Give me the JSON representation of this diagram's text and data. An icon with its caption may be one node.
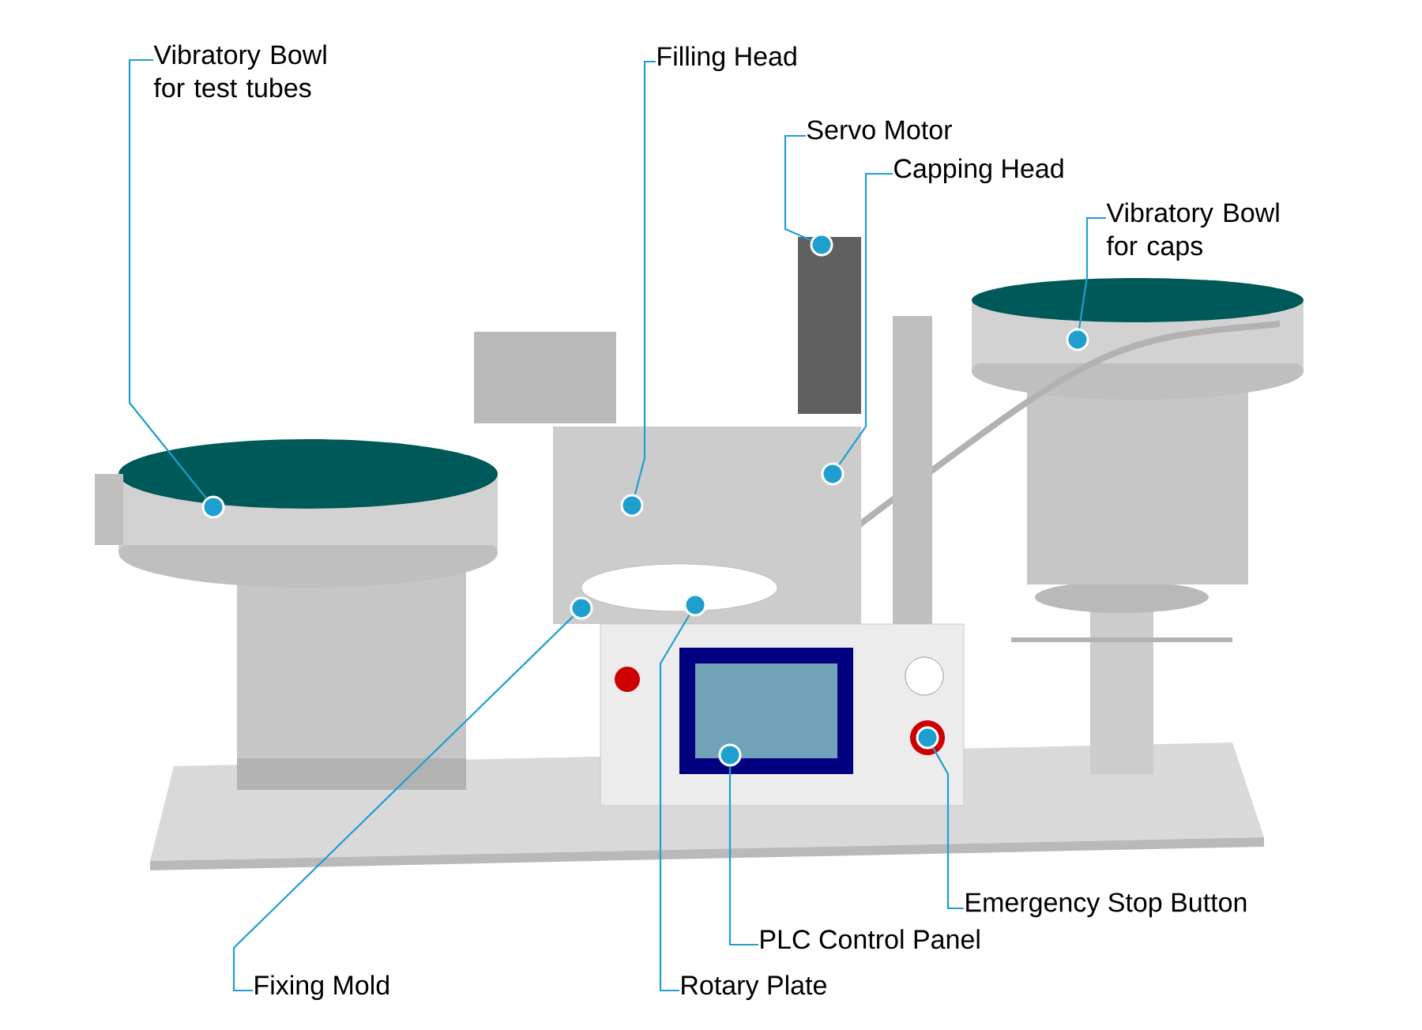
{
  "diagram": {
    "nodes": [
      {
        "text": [
          "Vibratory Bowl for test tubes"
        ]
      },
      {
        "text": [
          "Filling Head"
        ]
      },
      {
        "text": [
          "Servo Motor"
        ]
      },
      {
        "text": [
          "Capping Head"
        ]
      },
      {
        "text": [
          "Vibratory Bowl for caps"
        ]
      },
      {
        "text": [
          "Fixing Mold"
        ]
      },
      {
        "text": [
          "Rotary Plate"
        ]
      },
      {
        "text": [
          "PLC Control Panel"
        ]
      },
      {
        "text": [
          "Emergency Stop Button"
        ]
      },
      {
        "text": [],
        "shape": "circle"
      },
      {
        "text": [],
        "shape": "circle"
      },
      {
        "text": [],
        "shape": "circle"
      },
      {
        "text": [],
        "shape": "circle"
      },
      {
        "text": [],
        "shape": "circle"
      },
      {
        "text": [],
        "shape": "circle"
      },
      {
        "text": [],
        "shape": "circle"
      },
      {
        "text": [],
        "shape": "circle"
      },
      {
        "text": [],
        "shape": "circle"
      }
    ],
    "edges": [
      {
        "from": 0,
        "to": 9,
        "arrow": "none"
      },
      {
        "from": 1,
        "to": 10,
        "arrow": "none"
      },
      {
        "from": 2,
        "to": 11,
        "arrow": "none"
      },
      {
        "from": 3,
        "to": 12,
        "arrow": "none"
      },
      {
        "from": 4,
        "to": 13,
        "arrow": "none"
      },
      {
        "from": 5,
        "to": 14,
        "arrow": "none"
      },
      {
        "from": 6,
        "to": 15,
        "arrow": "none"
      },
      {
        "from": 7,
        "to": 16,
        "arrow": "none"
      },
      {
        "from": 8,
        "to": 17,
        "arrow": "none"
      }
    ]
  }
}
